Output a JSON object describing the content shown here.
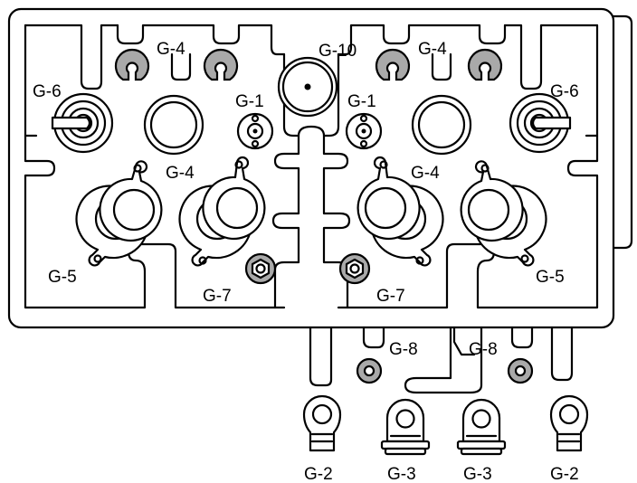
{
  "labels": {
    "g4_top_left": "G-4",
    "g10": "G-10",
    "g4_top_right": "G-4",
    "g6_left": "G-6",
    "g6_right": "G-6",
    "g1_left": "G-1",
    "g1_right": "G-1",
    "g4_mid_left": "G-4",
    "g4_mid_right": "G-4",
    "g5_left": "G-5",
    "g5_right": "G-5",
    "g7_left": "G-7",
    "g7_right": "G-7",
    "g8_left": "G-8",
    "g8_right": "G-8",
    "g2_left": "G-2",
    "g3_left": "G-3",
    "g3_right": "G-3",
    "g2_right": "G-2"
  },
  "colors": {
    "line": "#000000",
    "fill": "#ffffff",
    "grommet_gray": "#a9a9a9"
  }
}
